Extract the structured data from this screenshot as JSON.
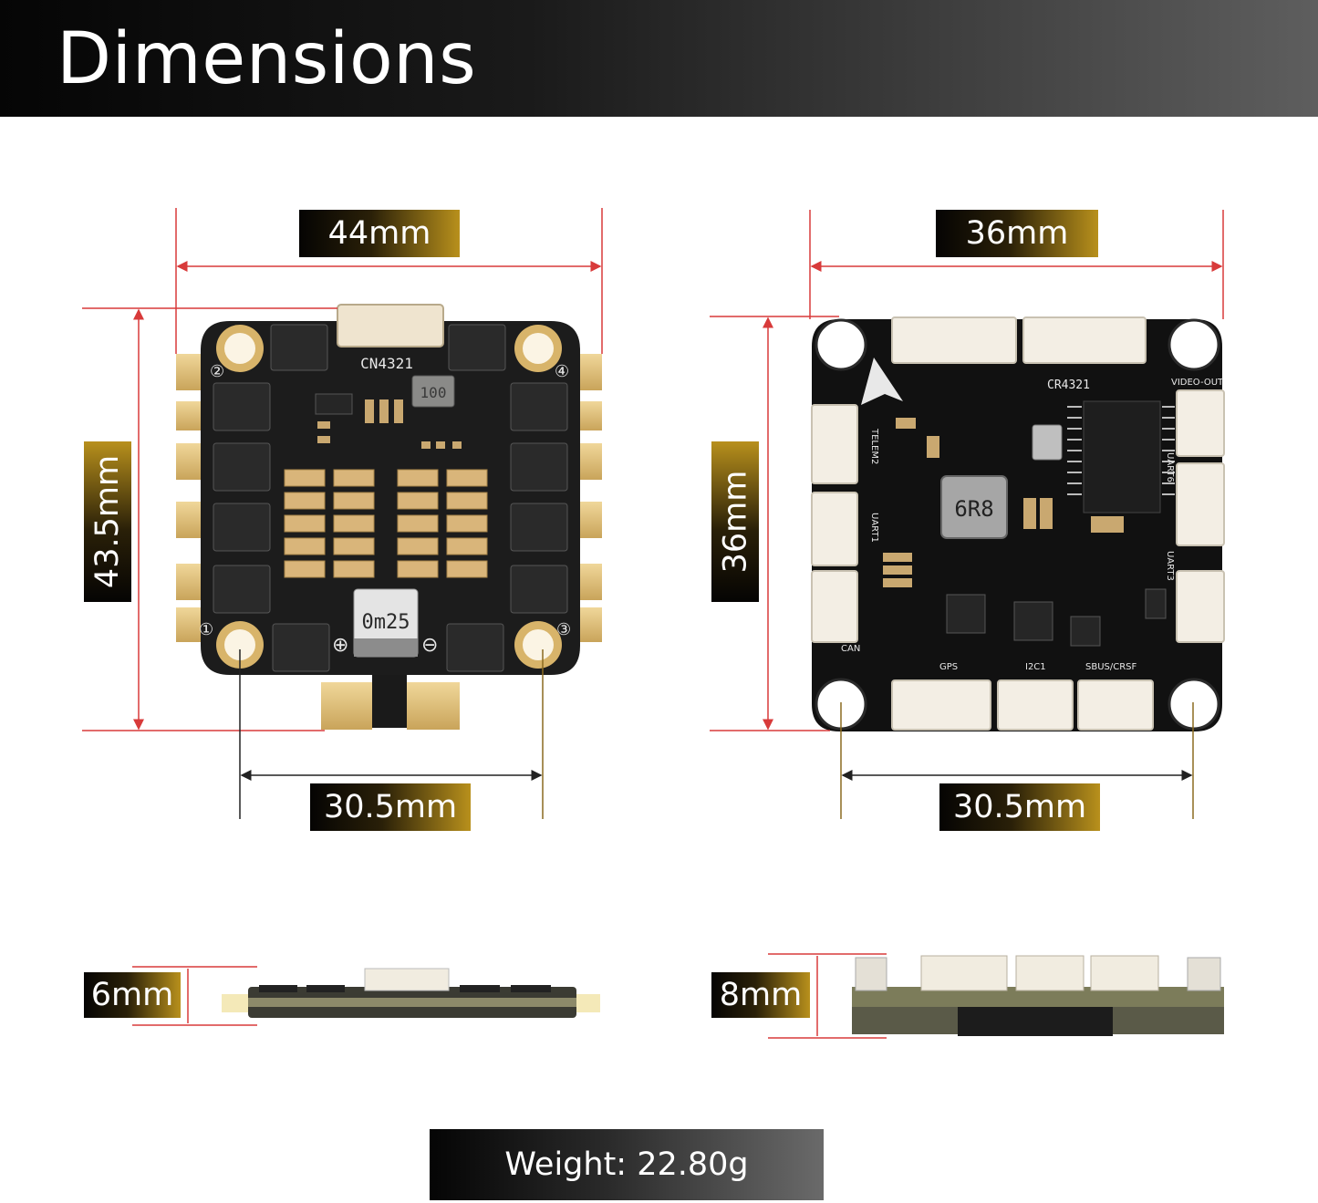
{
  "header": {
    "title": "Dimensions"
  },
  "esc_board": {
    "width_label": "44mm",
    "height_label": "43.5mm",
    "mount_label": "30.5mm",
    "thickness_label": "6mm",
    "connector_text": "CN4321",
    "shunt_text": "0m25",
    "inductor_text": "100",
    "corner_numbers": [
      "①",
      "②",
      "③",
      "④"
    ],
    "plus_symbol": "⊕",
    "minus_symbol": "⊖"
  },
  "fc_board": {
    "width_label": "36mm",
    "height_label": "36mm",
    "mount_label": "30.5mm",
    "thickness_label": "8mm",
    "connector_text": "CR4321",
    "inductor_text": "6R8",
    "pad_labels": [
      "VIDEO-OUT",
      "TELEM2",
      "UART1",
      "CAN",
      "GPS",
      "I2C1",
      "SBUS/CRSF",
      "UART6",
      "UART3"
    ]
  },
  "footer": {
    "weight_label": "Weight: 22.80g"
  }
}
